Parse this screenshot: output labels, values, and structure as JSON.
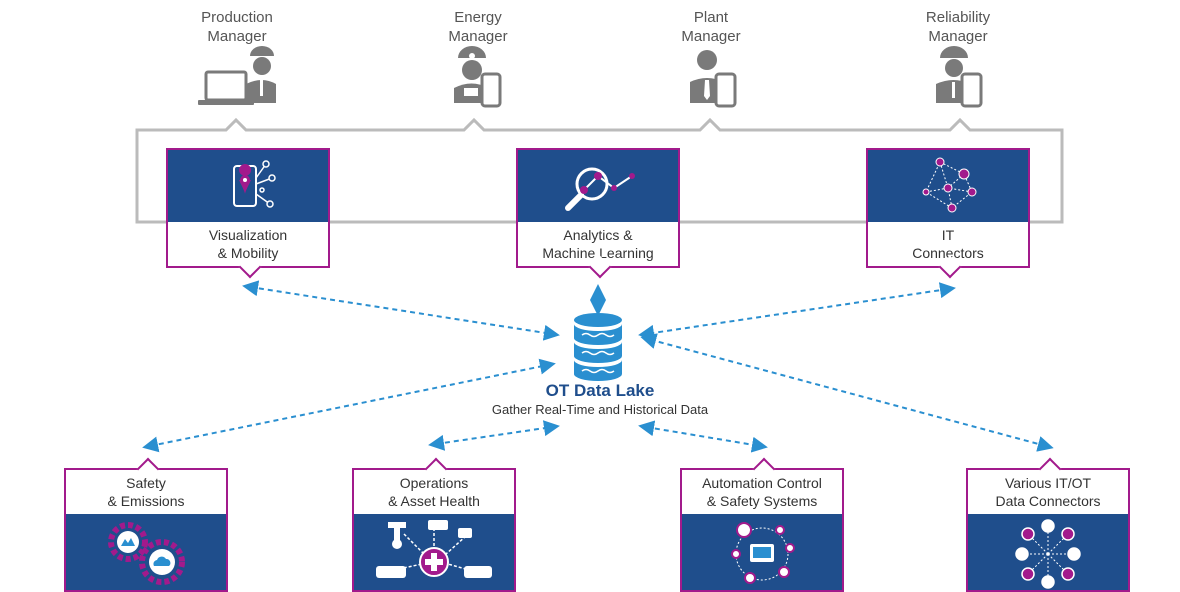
{
  "roles": [
    {
      "line1": "Production",
      "line2": "Manager",
      "icon": "laptop-worker-icon"
    },
    {
      "line1": "Energy",
      "line2": "Manager",
      "icon": "miner-phone-icon"
    },
    {
      "line1": "Plant",
      "line2": "Manager",
      "icon": "businessman-phone-icon"
    },
    {
      "line1": "Reliability",
      "line2": "Manager",
      "icon": "worker-phone-icon"
    }
  ],
  "top_cards": [
    {
      "line1": "Visualization",
      "line2": "& Mobility",
      "icon": "mobile-location-icon"
    },
    {
      "line1": "Analytics &",
      "line2": "Machine Learning",
      "icon": "magnifier-chart-icon"
    },
    {
      "line1": "IT",
      "line2": "Connectors",
      "icon": "network-graph-icon"
    }
  ],
  "center": {
    "title": "OT Data Lake",
    "subtitle": "Gather Real-Time and Historical Data",
    "icon": "database-icon"
  },
  "bottom_cards": [
    {
      "line1": "Safety",
      "line2": "& Emissions",
      "icon": "gears-cloud-icon"
    },
    {
      "line1": "Operations",
      "line2": "& Asset Health",
      "icon": "asset-health-icon"
    },
    {
      "line1": "Automation Control",
      "line2": "& Safety Systems",
      "icon": "control-dashboard-icon"
    },
    {
      "line1": "Various IT/OT",
      "line2": "Data Connectors",
      "icon": "connector-hub-icon"
    }
  ],
  "colors": {
    "brand_blue": "#1f4e8c",
    "accent_magenta": "#a21a8c",
    "arrow_blue": "#2a8fd0",
    "bracket_gray": "#bbbbbb",
    "icon_gray": "#7a7a7a"
  }
}
